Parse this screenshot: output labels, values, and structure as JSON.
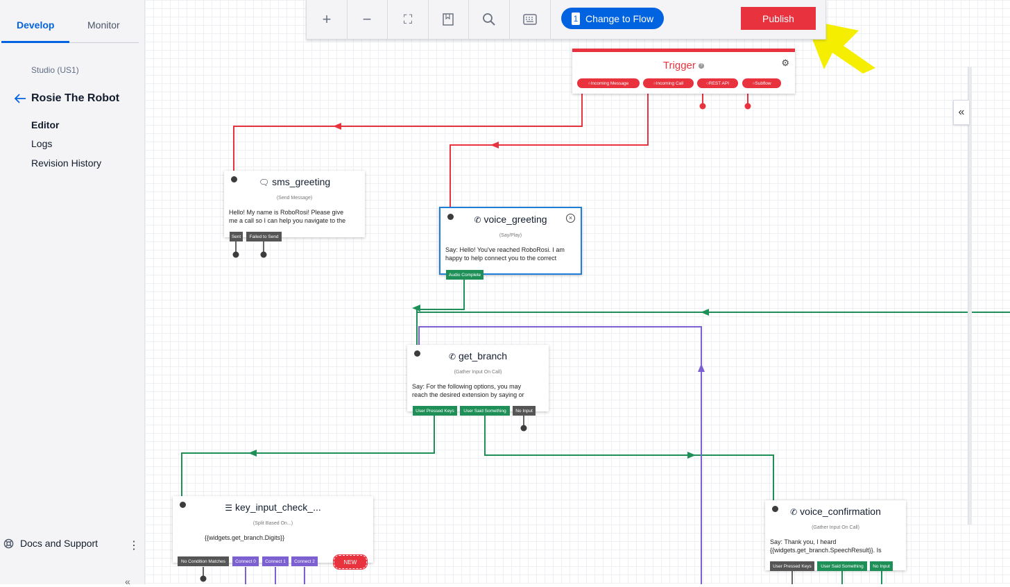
{
  "sidebar": {
    "tabs": [
      {
        "label": "Develop"
      },
      {
        "label": "Monitor"
      }
    ],
    "region": "Studio (US1)",
    "flow_name": "Rosie The Robot",
    "nav": [
      {
        "label": "Editor"
      },
      {
        "label": "Logs"
      },
      {
        "label": "Revision History"
      }
    ],
    "docs_label": "Docs and Support",
    "kebab": "⋮",
    "collapse": "«"
  },
  "toolbar": {
    "zoom_in": "+",
    "zoom_out": "−",
    "fit": "⛶",
    "bookmark": "🔖",
    "search": "⌕",
    "keyboard": "⌨",
    "change_flow_count": "1",
    "change_flow_label": "Change to Flow",
    "publish_label": "Publish"
  },
  "trigger": {
    "title": "Trigger",
    "help": "?",
    "gear": "⚙",
    "chips": [
      "Incoming Message",
      "Incoming Call",
      "REST API",
      "Subflow"
    ]
  },
  "nodes": {
    "sms_greeting": {
      "title": "sms_greeting",
      "subtitle": "(Send Message)",
      "body_line1": "Hello! My name is RoboRosi! Please give",
      "body_line2": "me a call so I can help you navigate to the",
      "transitions": [
        "Sent",
        "Failed to Send"
      ]
    },
    "voice_greeting": {
      "title": "voice_greeting",
      "subtitle": "(Say/Play)",
      "body_line1": "Say: Hello! You've reached RoboRosi. I am",
      "body_line2": "happy to help connect you to the correct",
      "transitions": [
        "Audio Complete"
      ],
      "close": "×"
    },
    "get_branch": {
      "title": "get_branch",
      "subtitle": "(Gather Input On Call)",
      "body_line1": "Say: For the following options, you may",
      "body_line2": "reach the desired extension by saying or",
      "transitions": [
        "User Pressed Keys",
        "User Said Something",
        "No Input"
      ]
    },
    "key_input_check": {
      "title": "key_input_check_...",
      "subtitle": "(Split Based On...)",
      "body_line1": "{{widgets.get_branch.Digits}}",
      "transitions": [
        "No Condition Matches",
        "Connect 0",
        "Connect 1",
        "Connect 2"
      ],
      "new_badge": "NEW"
    },
    "voice_confirmation": {
      "title": "voice_confirmation",
      "subtitle": "(Gather Input On Call)",
      "body_line1": "Say: Thank you, I heard",
      "body_line2": "{{widgets.get_branch.SpeechResult}}. Is",
      "transitions": [
        "User Pressed Keys",
        "User Said Something",
        "No Input"
      ]
    }
  },
  "panel_toggle": "«",
  "colors": {
    "brand_blue": "#0263e0",
    "trigger_red": "#e8333e",
    "wire_green": "#1f8f58",
    "wire_purple": "#7c5fd0",
    "annotation_yellow": "#f5ee00"
  }
}
